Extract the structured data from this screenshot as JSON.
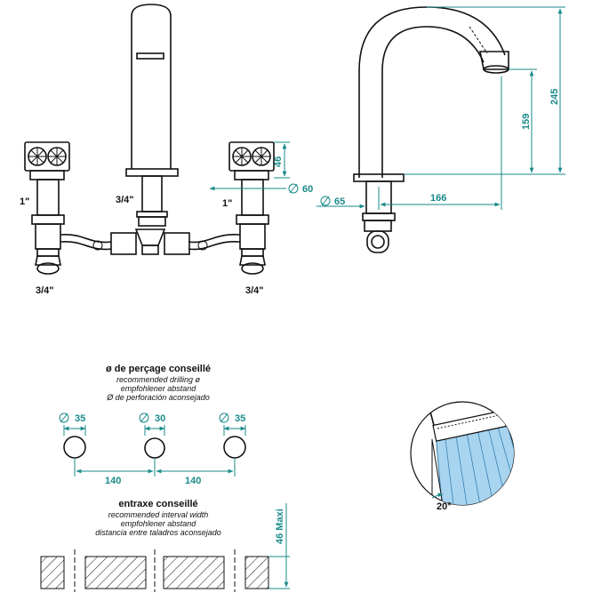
{
  "colors": {
    "line": "#111111",
    "dimension": "#1a8a8a",
    "spray": "#a8d4ef"
  },
  "front_view": {
    "pipe_left_label": "1\"",
    "pipe_center_label": "3/4\"",
    "pipe_right_label": "1\"",
    "fitting_left_label": "3/4\"",
    "fitting_right_label": "3/4\"",
    "handle_height": "46",
    "base_diameter": "60"
  },
  "side_view": {
    "total_height": "245",
    "spout_height": "159",
    "reach": "166",
    "base_diameter": "65"
  },
  "drilling": {
    "title": "ø de perçage conseillé",
    "subtitles": [
      "recommended drilling ø",
      "empfohlener abstand",
      "Ø de perforación aconsejado"
    ],
    "hole_left": "35",
    "hole_center": "30",
    "hole_right": "35",
    "spacing_left": "140",
    "spacing_right": "140"
  },
  "interval": {
    "title": "entraxe conseillé",
    "subtitles": [
      "recommended interval width",
      "empfohlener abstand",
      "distancia entre taladros aconsejado"
    ],
    "max_thickness": "46 Maxi"
  },
  "spray_detail": {
    "angle": "20°"
  }
}
